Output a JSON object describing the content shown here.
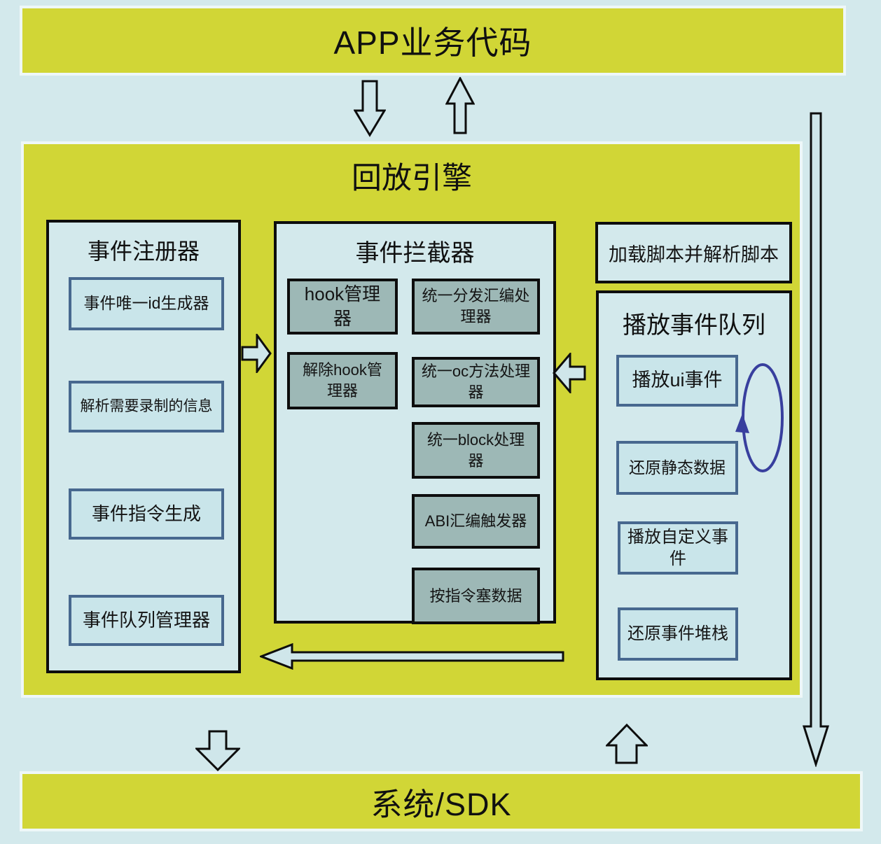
{
  "colors": {
    "background": "#d3e9ec",
    "banner_yellow": "#d1d636",
    "light_box_fill": "#c9e5ea",
    "gray_box_fill": "#9db8b6",
    "steel_border": "#47688f",
    "black_border": "#0d0d0d",
    "arrow_fill": "#cfe6ea",
    "loop_blue": "#383f9e"
  },
  "top_banner": {
    "label": "APP业务代码"
  },
  "engine": {
    "title": "回放引擎",
    "event_registrar": {
      "title": "事件注册器",
      "items": [
        {
          "label": "事件唯一id生成器"
        },
        {
          "label": "解析需要录制的信息"
        },
        {
          "label": "事件指令生成"
        },
        {
          "label": "事件队列管理器"
        }
      ]
    },
    "event_interceptor": {
      "title": "事件拦截器",
      "items_left": [
        {
          "label": "hook管理器"
        },
        {
          "label": "解除hook管理器"
        }
      ],
      "items_right": [
        {
          "label": "统一分发汇编处理器"
        },
        {
          "label": "统一oc方法处理器"
        },
        {
          "label": "统一block处理器"
        },
        {
          "label": "ABI汇编触发器"
        },
        {
          "label": "按指令塞数据"
        }
      ]
    },
    "load_script": {
      "label": "加载脚本并解析脚本"
    },
    "play_queue": {
      "title": "播放事件队列",
      "items": [
        {
          "label": "播放ui事件"
        },
        {
          "label": "还原静态数据"
        },
        {
          "label": "播放自定义事件"
        },
        {
          "label": "还原事件堆栈"
        }
      ]
    }
  },
  "bottom_banner": {
    "label": "系统/SDK"
  }
}
